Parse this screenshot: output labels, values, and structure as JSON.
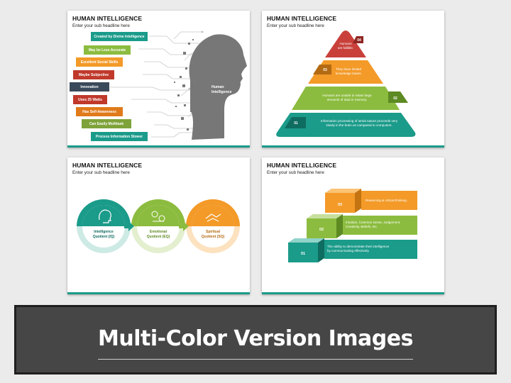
{
  "slides": [
    {
      "title": "HUMAN INTELLIGENCE",
      "subtitle": "Enter your sub headline here",
      "head_label": "Human\nIntelligence",
      "labels": [
        {
          "text": "Created by Divine Intelligence",
          "color": "#1b9b8a"
        },
        {
          "text": "May be Less Accurate",
          "color": "#8cbc3f"
        },
        {
          "text": "Excellent Social Skills",
          "color": "#f39a28"
        },
        {
          "text": "Maybe Subjective",
          "color": "#c0392b"
        },
        {
          "text": "Innovation",
          "color": "#3a4a5a"
        },
        {
          "text": "Uses 25 Watts",
          "color": "#c0392b"
        },
        {
          "text": "Has Self-Awareness",
          "color": "#e07a1a"
        },
        {
          "text": "Can Easily Multitask",
          "color": "#7ea33a"
        },
        {
          "text": "Process Information Slower",
          "color": "#1b9b8a"
        }
      ]
    },
    {
      "title": "HUMAN INTELLIGENCE",
      "subtitle": "Enter your sub headline here",
      "levels": [
        {
          "num": "04",
          "text": "Humans\nare fallible.",
          "color": "#c9403a"
        },
        {
          "num": "03",
          "text": "They have limited\nknowledge bases.",
          "color": "#f39a28"
        },
        {
          "num": "02",
          "text": "Humans are unable to retain large\namounts of data in memory.",
          "color": "#8cbc3f"
        },
        {
          "num": "01",
          "text": "Information processing of serial nature proceeds very\nslowly in the brain as compared to computers.",
          "color": "#1b9b8a"
        }
      ]
    },
    {
      "title": "HUMAN INTELLIGENCE",
      "subtitle": "Enter your sub headline here",
      "circles": [
        {
          "text": "Intelligence\nQuotient (IQ)",
          "color": "#1b9b8a",
          "light": "#cdeae5",
          "icon": "head-icon"
        },
        {
          "text": "Emotional\nQuotient (EQ)",
          "color": "#8cbc3f",
          "light": "#e3efcf",
          "icon": "emotions-icon"
        },
        {
          "text": "Spiritual\nQuotient (SQ)",
          "color": "#f39a28",
          "light": "#fde2c0",
          "icon": "hands-icon"
        }
      ]
    },
    {
      "title": "HUMAN INTELLIGENCE",
      "subtitle": "Enter your sub headline here",
      "steps": [
        {
          "num": "03",
          "text": "Reasoning & critical thinking.",
          "color": "#f39a28"
        },
        {
          "num": "02",
          "text": "Intuition, Common sense, Judgement,\nCreativity, Beliefs, etc.",
          "color": "#8cbc3f"
        },
        {
          "num": "01",
          "text": "The ability to demonstrate their intelligence\nby communicating effectively.",
          "color": "#1b9b8a"
        }
      ]
    }
  ],
  "banner": {
    "title": "Multi-Color Version Images"
  }
}
